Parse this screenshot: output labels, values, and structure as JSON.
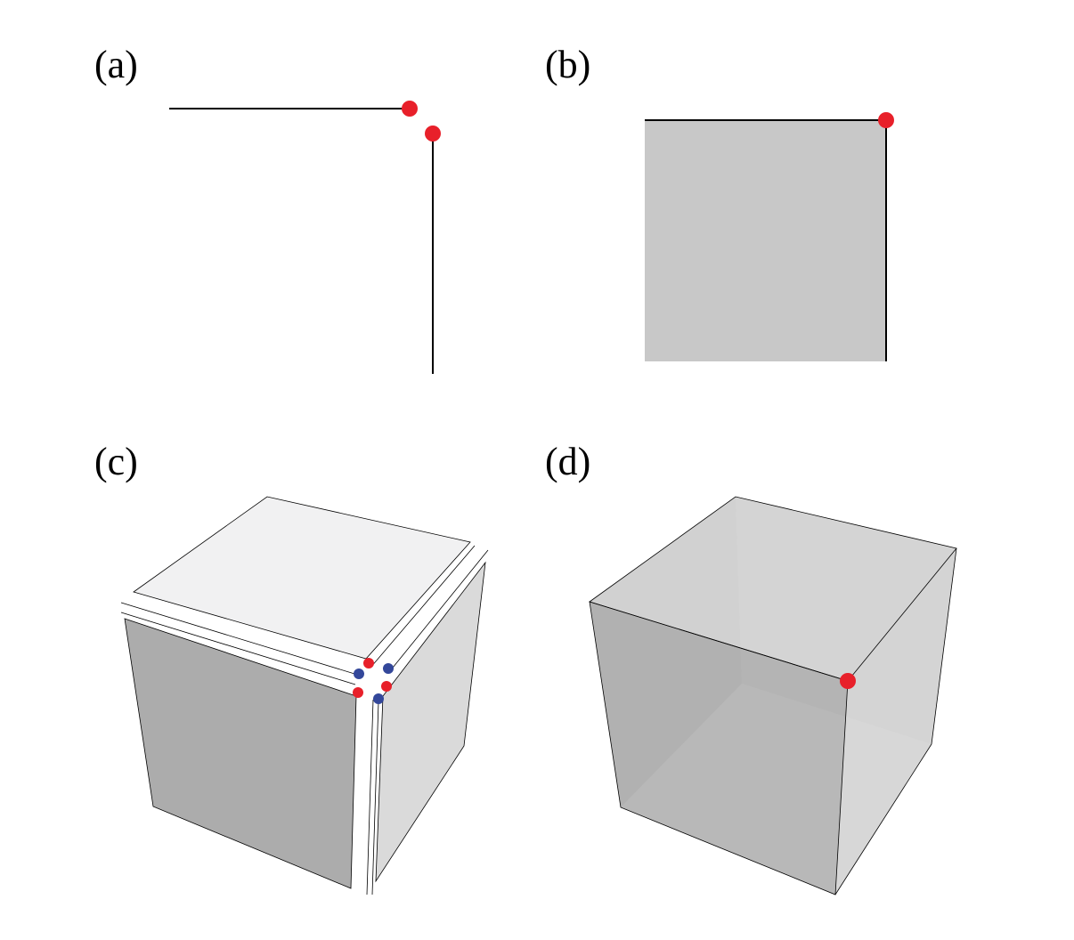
{
  "figure": {
    "panels": [
      {
        "id": "a",
        "label": "(a)"
      },
      {
        "id": "b",
        "label": "(b)"
      },
      {
        "id": "c",
        "label": "(c)"
      },
      {
        "id": "d",
        "label": "(d)"
      }
    ]
  },
  "colors": {
    "background": "#ffffff",
    "edge": "#000000",
    "vertex_red": "#e8202a",
    "vertex_blue": "#33479a",
    "face_b": "#c8c8c8",
    "face_c_top": "#f1f1f2",
    "face_c_left": "#acacac",
    "face_c_right": "#dadada"
  }
}
